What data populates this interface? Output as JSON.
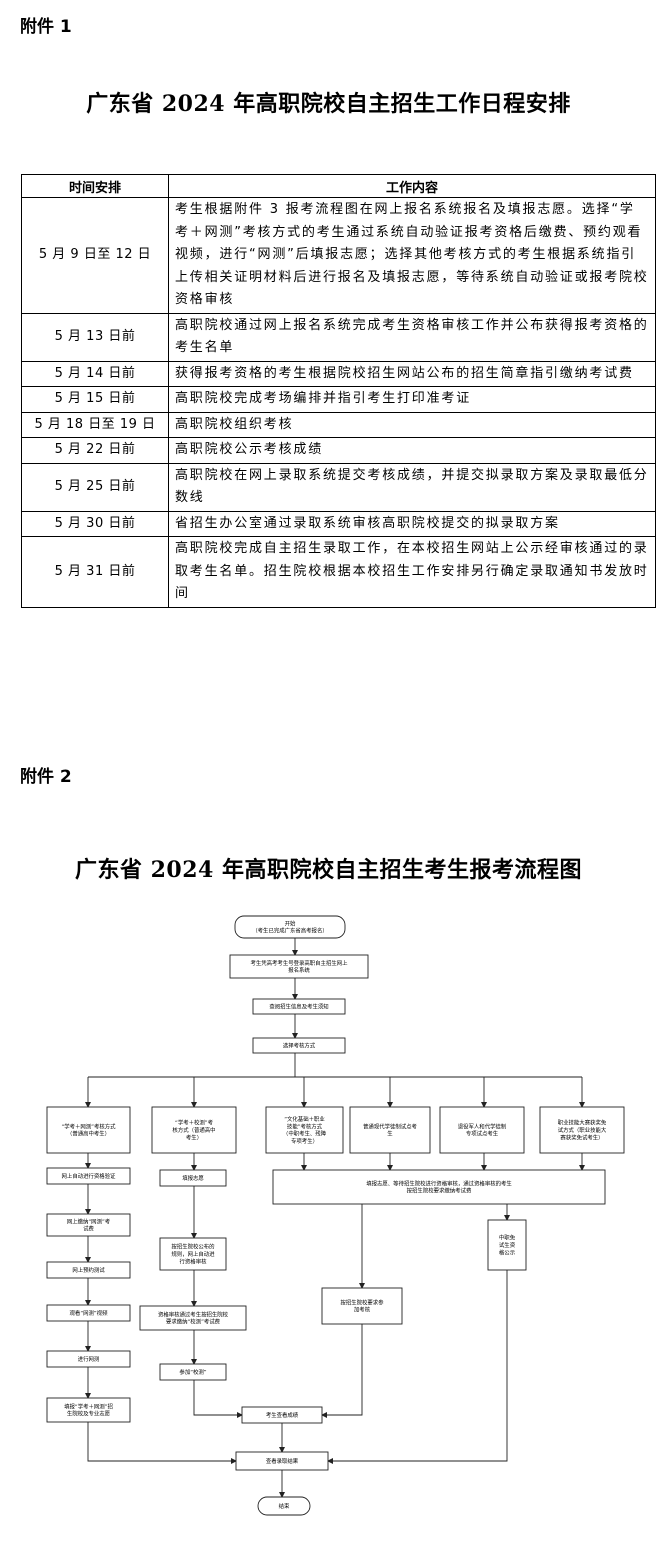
{
  "attachment1": {
    "label": "附件 1",
    "title": "广东省 2024 年高职院校自主招生工作日程安排",
    "headers": {
      "time": "时间安排",
      "content": "工作内容"
    },
    "rows": [
      {
        "time": "5 月 9 日至 12 日",
        "content": "考生根据附件 3 报考流程图在网上报名系统报名及填报志愿。选择“学考＋网测”考核方式的考生通过系统自动验证报考资格后缴费、预约观看视频，进行“网测”后填报志愿；选择其他考核方式的考生根据系统指引上传相关证明材料后进行报名及填报志愿，等待系统自动验证或报考院校资格审核"
      },
      {
        "time": "5 月 13 日前",
        "content": "高职院校通过网上报名系统完成考生资格审核工作并公布获得报考资格的考生名单"
      },
      {
        "time": "5 月 14 日前",
        "content": "获得报考资格的考生根据院校招生网站公布的招生简章指引缴纳考试费"
      },
      {
        "time": "5 月 15 日前",
        "content": "高职院校完成考场编排并指引考生打印准考证"
      },
      {
        "time": "5 月 18 日至 19 日",
        "content": "高职院校组织考核"
      },
      {
        "time": "5 月 22 日前",
        "content": "高职院校公示考核成绩"
      },
      {
        "time": "5 月 25 日前",
        "content": "高职院校在网上录取系统提交考核成绩，并提交拟录取方案及录取最低分数线"
      },
      {
        "time": "5 月 30 日前",
        "content": "省招生办公室通过录取系统审核高职院校提交的拟录取方案"
      },
      {
        "time": "5 月 31 日前",
        "content": "高职院校完成自主招生录取工作，在本校招生网站上公示经审核通过的录取考生名单。招生院校根据本校招生工作安排另行确定录取通知书发放时间"
      }
    ]
  },
  "attachment2": {
    "label": "附件 2",
    "title": "广东省 2024 年高职院校自主招生考生报考流程图",
    "flow": {
      "start": [
        "开始",
        "（考生已完成广东省高考报名）"
      ],
      "register": [
        "考生凭高考考生号登录高职自主招生网上",
        "报名系统"
      ],
      "check_info": "查阅招生信息及考生须知",
      "choose_method": "选择考核方式",
      "methods": [
        [
          "“学考＋网测”考核方式",
          "（普通高中考生）"
        ],
        [
          "“学考＋校测”考",
          "核方式（普通高中",
          "考生）"
        ],
        [
          "“文化基础＋职业",
          "技能”考核方式",
          "（中职考生、残障",
          "专项考生）"
        ],
        [
          "普通现代学徒制试点考",
          "生"
        ],
        [
          "退役军人和代学徒制",
          "专项试点考生"
        ],
        [
          "职业技能大赛获奖免",
          "试方式（职业技能大",
          "赛获奖免试考生）"
        ]
      ],
      "col1": [
        "网上自动进行资格验证",
        [
          "网上缴纳“网测”考",
          "试费"
        ],
        "网上预约测试",
        "观看“网测”视频",
        "进行网测",
        [
          "填报“学考＋网测”招",
          "生院校及专业志愿"
        ]
      ],
      "col2": [
        "填报志愿",
        [
          "按招生院校公布的",
          "规则，网上自动进",
          "行资格审核"
        ],
        [
          "资格审核通过考生按招生院校",
          "要求缴纳“校测”考试费"
        ],
        "参加“校测”"
      ],
      "merged": [
        "填报志愿、等待招生院校进行资格审核，通过资格审核的考生",
        "按招生院校要求缴纳考试费"
      ],
      "take_exam": [
        "按招生院校要求参",
        "加考核"
      ],
      "exempt": [
        "中职免",
        "试生资",
        "格公示"
      ],
      "check_score": "考生查看成绩",
      "check_result": "查看录取结果",
      "end": "结束"
    }
  }
}
